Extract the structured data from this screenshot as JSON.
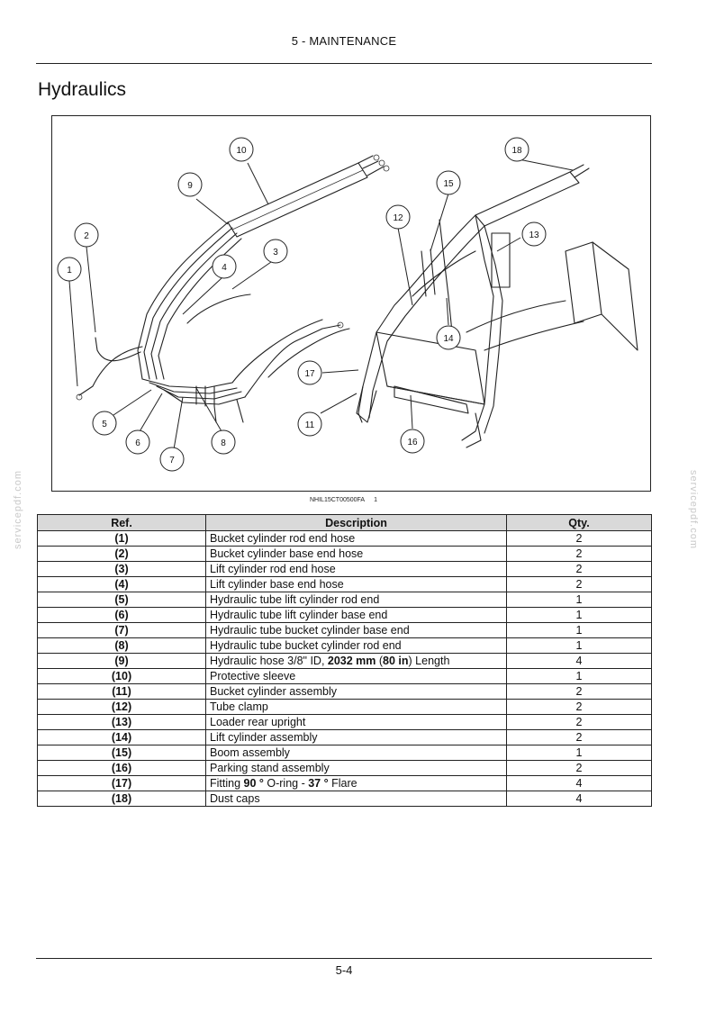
{
  "header": {
    "section": "5 - MAINTENANCE"
  },
  "page": {
    "title": "Hydraulics",
    "number": "5-4"
  },
  "figure": {
    "code": "NHIL15CT00500FA",
    "index": "1",
    "callouts": [
      "1",
      "2",
      "3",
      "4",
      "5",
      "6",
      "7",
      "8",
      "9",
      "10",
      "11",
      "12",
      "13",
      "14",
      "15",
      "16",
      "17",
      "18"
    ]
  },
  "watermark": "servicepdf.com",
  "table": {
    "headers": {
      "ref": "Ref.",
      "description": "Description",
      "qty": "Qty."
    },
    "rows": [
      {
        "ref": "(1)",
        "desc": [
          {
            "t": "Bucket cylinder rod end hose"
          }
        ],
        "qty": "2"
      },
      {
        "ref": "(2)",
        "desc": [
          {
            "t": "Bucket cylinder base end hose"
          }
        ],
        "qty": "2"
      },
      {
        "ref": "(3)",
        "desc": [
          {
            "t": "Lift cylinder rod end hose"
          }
        ],
        "qty": "2"
      },
      {
        "ref": "(4)",
        "desc": [
          {
            "t": "Lift cylinder base end hose"
          }
        ],
        "qty": "2"
      },
      {
        "ref": "(5)",
        "desc": [
          {
            "t": "Hydraulic tube lift cylinder rod end"
          }
        ],
        "qty": "1"
      },
      {
        "ref": "(6)",
        "desc": [
          {
            "t": "Hydraulic tube lift cylinder base end"
          }
        ],
        "qty": "1"
      },
      {
        "ref": "(7)",
        "desc": [
          {
            "t": "Hydraulic tube bucket cylinder base end"
          }
        ],
        "qty": "1"
      },
      {
        "ref": "(8)",
        "desc": [
          {
            "t": "Hydraulic tube bucket cylinder rod end"
          }
        ],
        "qty": "1"
      },
      {
        "ref": "(9)",
        "desc": [
          {
            "t": "Hydraulic hose 3/8\" ID, "
          },
          {
            "t": "2032 mm",
            "b": true
          },
          {
            "t": " ("
          },
          {
            "t": "80 in",
            "b": true
          },
          {
            "t": ") Length"
          }
        ],
        "qty": "4"
      },
      {
        "ref": "(10)",
        "desc": [
          {
            "t": "Protective sleeve"
          }
        ],
        "qty": "1"
      },
      {
        "ref": "(11)",
        "desc": [
          {
            "t": "Bucket cylinder assembly"
          }
        ],
        "qty": "2"
      },
      {
        "ref": "(12)",
        "desc": [
          {
            "t": "Tube clamp"
          }
        ],
        "qty": "2"
      },
      {
        "ref": "(13)",
        "desc": [
          {
            "t": "Loader rear upright"
          }
        ],
        "qty": "2"
      },
      {
        "ref": "(14)",
        "desc": [
          {
            "t": "Lift cylinder assembly"
          }
        ],
        "qty": "2"
      },
      {
        "ref": "(15)",
        "desc": [
          {
            "t": "Boom assembly"
          }
        ],
        "qty": "1"
      },
      {
        "ref": "(16)",
        "desc": [
          {
            "t": "Parking stand assembly"
          }
        ],
        "qty": "2"
      },
      {
        "ref": "(17)",
        "desc": [
          {
            "t": "Fitting "
          },
          {
            "t": "90 °",
            "b": true
          },
          {
            "t": " O-ring - "
          },
          {
            "t": "37 °",
            "b": true
          },
          {
            "t": " Flare"
          }
        ],
        "qty": "4"
      },
      {
        "ref": "(18)",
        "desc": [
          {
            "t": "Dust caps"
          }
        ],
        "qty": "4"
      }
    ]
  }
}
